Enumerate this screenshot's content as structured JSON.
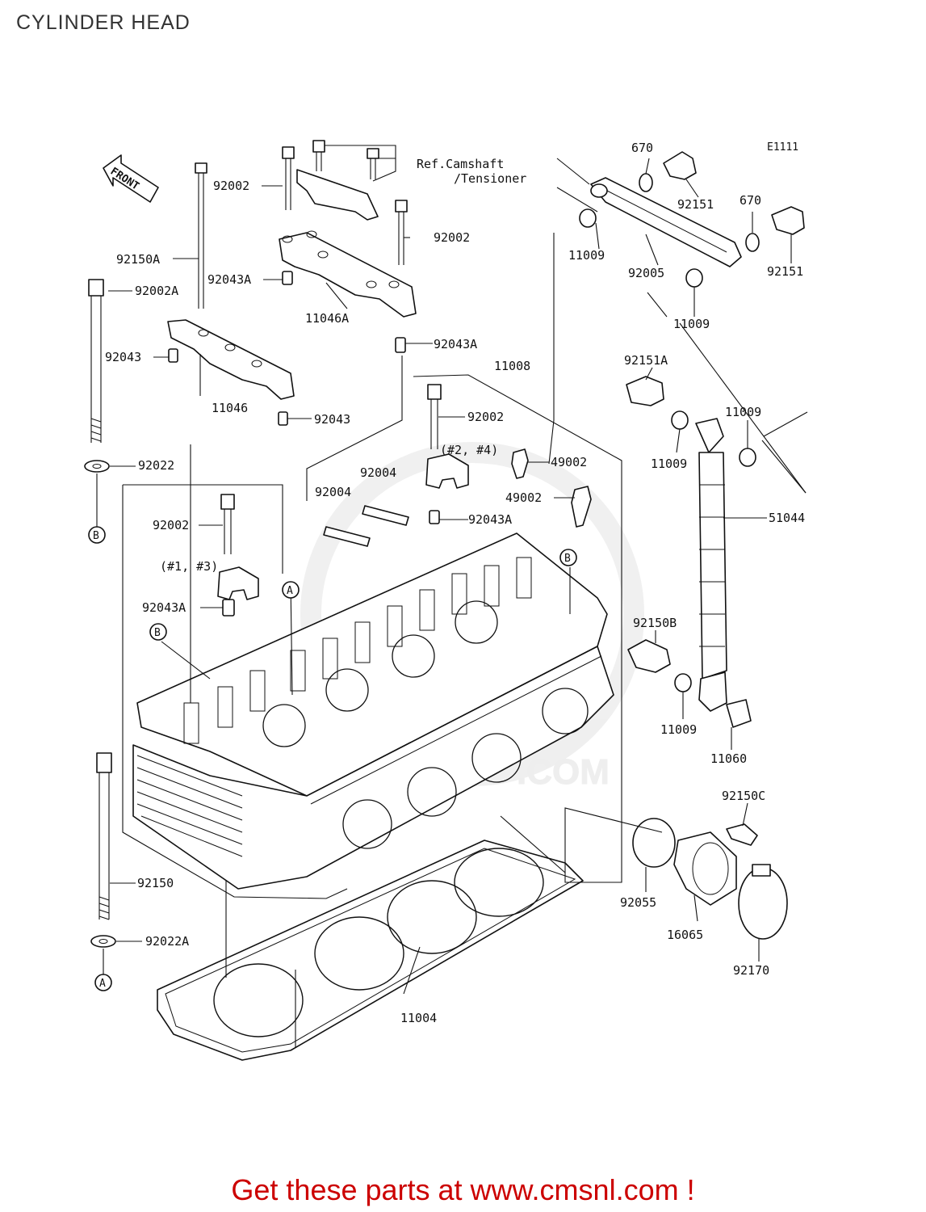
{
  "title": "CYLINDER HEAD",
  "code": "E1111",
  "front_label": "FRONT",
  "ref_note": [
    "Ref.Camshaft",
    "/Tensioner"
  ],
  "group_notes": {
    "front_pair": "(#1, #3)",
    "rear_pair": "(#2, #4)"
  },
  "refs": {
    "a": "A",
    "b": "B"
  },
  "watermark": ".COM",
  "footer_text": "Get these parts at www.cmsnl.com !",
  "footer_color": "#cc0000",
  "labels": [
    {
      "id": "p92002-top",
      "text": "92002"
    },
    {
      "id": "p92002-right",
      "text": "92002"
    },
    {
      "id": "p92150A",
      "text": "92150A"
    },
    {
      "id": "p92002A",
      "text": "92002A"
    },
    {
      "id": "p92043A-top",
      "text": "92043A"
    },
    {
      "id": "p11046A",
      "text": "11046A"
    },
    {
      "id": "p92043",
      "text": "92043"
    },
    {
      "id": "p92043A-mid",
      "text": "92043A"
    },
    {
      "id": "p11046",
      "text": "11046"
    },
    {
      "id": "p92043-low",
      "text": "92043"
    },
    {
      "id": "p11008",
      "text": "11008"
    },
    {
      "id": "p92002-mid",
      "text": "92002"
    },
    {
      "id": "p92022",
      "text": "92022"
    },
    {
      "id": "p92004-a",
      "text": "92004"
    },
    {
      "id": "p92004-b",
      "text": "92004"
    },
    {
      "id": "p49002-a",
      "text": "49002"
    },
    {
      "id": "p49002-b",
      "text": "49002"
    },
    {
      "id": "p92043A-low",
      "text": "92043A"
    },
    {
      "id": "p92002-low",
      "text": "92002"
    },
    {
      "id": "p92043A-left",
      "text": "92043A"
    },
    {
      "id": "p670-a",
      "text": "670"
    },
    {
      "id": "p670-b",
      "text": "670"
    },
    {
      "id": "p92151-a",
      "text": "92151"
    },
    {
      "id": "p92151-b",
      "text": "92151"
    },
    {
      "id": "p11009-a",
      "text": "11009"
    },
    {
      "id": "p92005",
      "text": "92005"
    },
    {
      "id": "p11009-b",
      "text": "11009"
    },
    {
      "id": "p92151A",
      "text": "92151A"
    },
    {
      "id": "p11009-c",
      "text": "11009"
    },
    {
      "id": "p11009-d",
      "text": "11009"
    },
    {
      "id": "p51044",
      "text": "51044"
    },
    {
      "id": "p92150B",
      "text": "92150B"
    },
    {
      "id": "p11009-e",
      "text": "11009"
    },
    {
      "id": "p11060",
      "text": "11060"
    },
    {
      "id": "p92150C",
      "text": "92150C"
    },
    {
      "id": "p92055",
      "text": "92055"
    },
    {
      "id": "p16065",
      "text": "16065"
    },
    {
      "id": "p92170",
      "text": "92170"
    },
    {
      "id": "p92150",
      "text": "92150"
    },
    {
      "id": "p92022A",
      "text": "92022A"
    },
    {
      "id": "p11004",
      "text": "11004"
    }
  ]
}
